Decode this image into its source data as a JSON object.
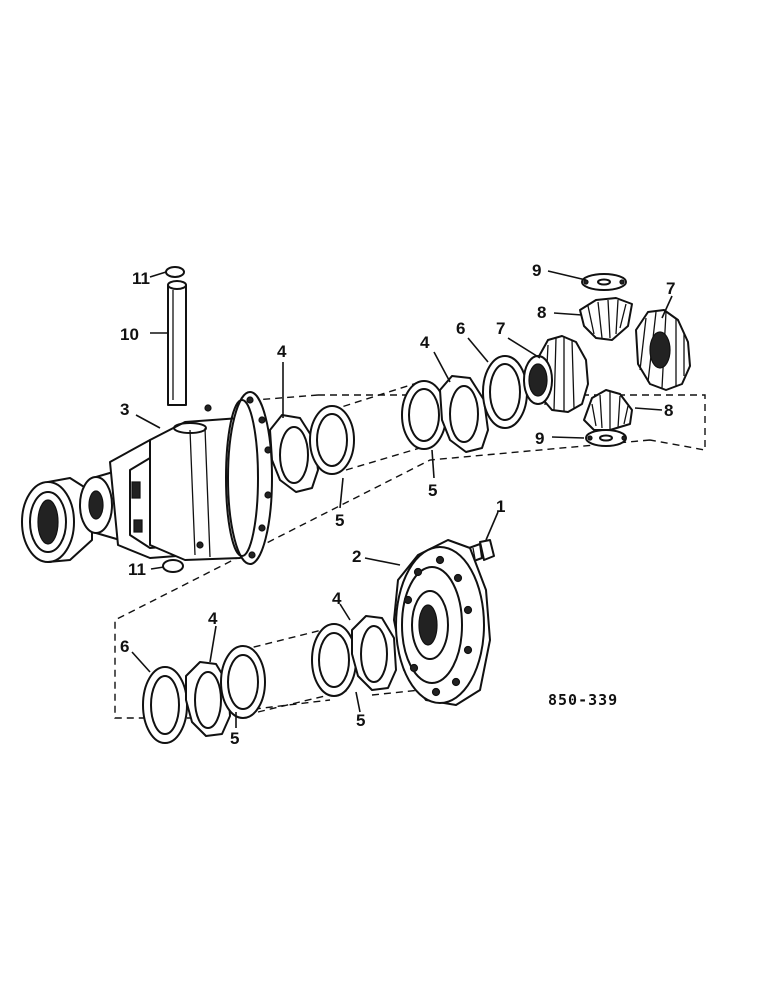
{
  "diagram": {
    "reference_number": "850-339",
    "callouts": {
      "c1": "1",
      "c2": "2",
      "c3": "3",
      "c4a": "4",
      "c4b": "4",
      "c4c": "4",
      "c4d": "4",
      "c5a": "5",
      "c5b": "5",
      "c5c": "5",
      "c5d": "5",
      "c6a": "6",
      "c6b": "6",
      "c7a": "7",
      "c7b": "7",
      "c8a": "8",
      "c8b": "8",
      "c9a": "9",
      "c9b": "9",
      "c10": "10",
      "c11a": "11",
      "c11b": "11"
    }
  }
}
